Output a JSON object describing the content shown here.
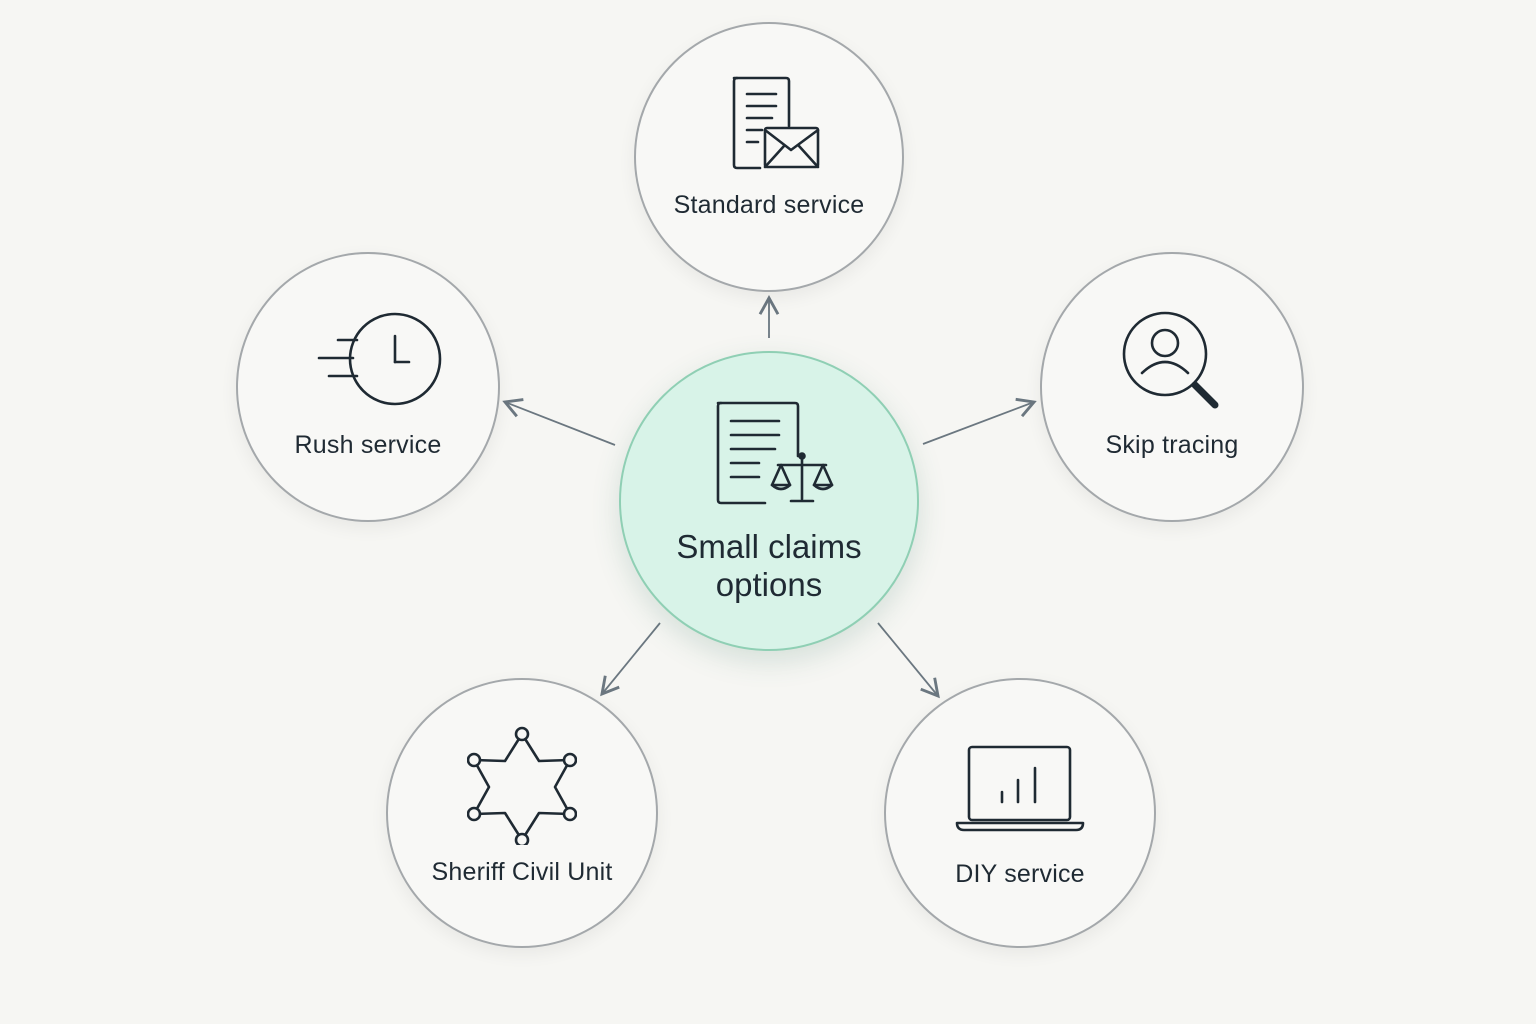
{
  "diagram": {
    "center": {
      "label": "Small claims\noptions",
      "icon": "document-scales-icon"
    },
    "options": [
      {
        "id": "standard",
        "label": "Standard service",
        "icon": "document-envelope-icon"
      },
      {
        "id": "rush",
        "label": "Rush service",
        "icon": "fast-clock-icon"
      },
      {
        "id": "skip",
        "label": "Skip tracing",
        "icon": "person-search-icon"
      },
      {
        "id": "sheriff",
        "label": "Sheriff Civil Unit",
        "icon": "sheriff-star-icon"
      },
      {
        "id": "diy",
        "label": "DIY service",
        "icon": "laptop-chart-icon"
      }
    ]
  },
  "colors": {
    "background": "#f6f6f3",
    "center_fill": "#d8f3e8",
    "center_border": "#8fcfb4",
    "node_border": "#a4a8ab",
    "stroke": "#1f2a33",
    "connector": "#6b7780"
  }
}
